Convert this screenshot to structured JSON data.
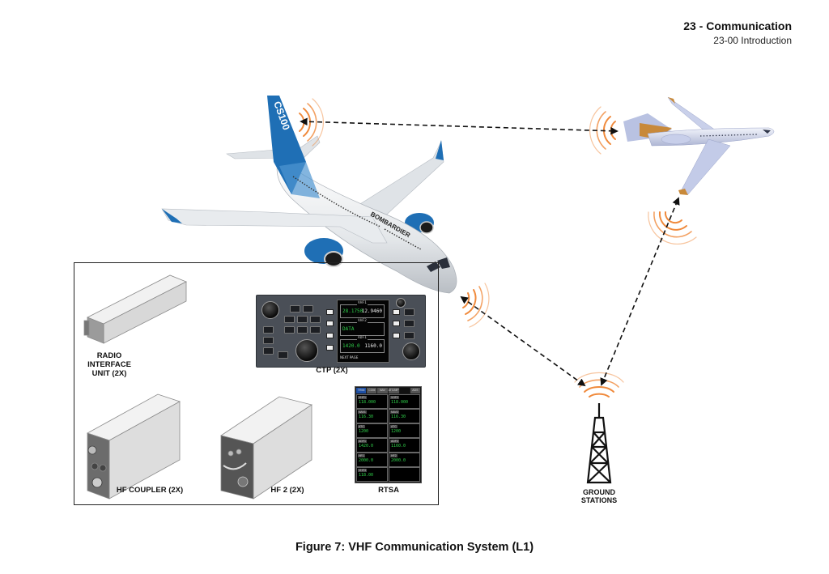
{
  "header": {
    "chapter_title": "23 - Communication",
    "section_title": "23-00 Introduction"
  },
  "caption": "Figure 7: VHF Communication System (L1)",
  "colors": {
    "signal_waves": "#f08a3c",
    "link_arrows": "#111111",
    "cs100_livery_blue": "#1f6fb5",
    "bizjet_livery_gold": "#c8893a",
    "panel_gray": "#4a4f57",
    "display_green": "#2fd14a"
  },
  "nodes": {
    "airliner": {
      "type": "CS100 airliner",
      "tail_text": "CS100",
      "fuselage_text": "BOMBARDIER"
    },
    "other_aircraft": {
      "type": "business jet"
    },
    "ground": {
      "label": "GROUND STATIONS"
    }
  },
  "links": [
    {
      "from": "airliner",
      "to": "other_aircraft",
      "style": "dashed bidirectional"
    },
    {
      "from": "airliner",
      "to": "ground",
      "style": "dashed bidirectional"
    },
    {
      "from": "ground",
      "to": "other_aircraft",
      "style": "dashed bidirectional"
    }
  ],
  "equipment": {
    "riu": {
      "label_line1": "RADIO",
      "label_line2": "INTERFACE",
      "label_line3": "UNIT (2X)"
    },
    "ctp": {
      "label": "CTP (2X)",
      "display": {
        "vhf1_tag": "VHF1",
        "vhf1_active": "28.1750",
        "vhf1_standby": "12.9460",
        "vhf2_tag": "VHF2",
        "vhf2_value": "DATA",
        "adf1_tag": "ADF1",
        "adf1_active": "1420.0",
        "adf1_standby": "1160.0",
        "bottom_line": "NEXT PAGE"
      }
    },
    "hf_coupler": {
      "label": "HF COUPLER (2X)"
    },
    "hf2": {
      "label": "HF 2 (2X)"
    },
    "rtsa": {
      "label": "RTSA",
      "tabs": [
        "TRIM",
        "COM",
        "NAV",
        "ATC/MP",
        "",
        "ADS"
      ],
      "active_tab": 0,
      "cells": [
        {
          "title": "VHF1",
          "value": "118.000"
        },
        {
          "title": "VHF2",
          "value": "118.000"
        },
        {
          "title": "NAV1",
          "value": "116.30"
        },
        {
          "title": "NAV2",
          "value": "116.30"
        },
        {
          "title": "ATC",
          "value": "1200"
        },
        {
          "title": "ATC",
          "value": "1200"
        },
        {
          "title": "ADF1",
          "value": "1420.0"
        },
        {
          "title": "ADF2",
          "value": "1160.0"
        },
        {
          "title": "HF1",
          "value": "2000.0"
        },
        {
          "title": "HF2",
          "value": "2000.0"
        },
        {
          "title": "VHF3",
          "value": "118.00"
        },
        {
          "title": "",
          "value": ""
        }
      ]
    }
  }
}
